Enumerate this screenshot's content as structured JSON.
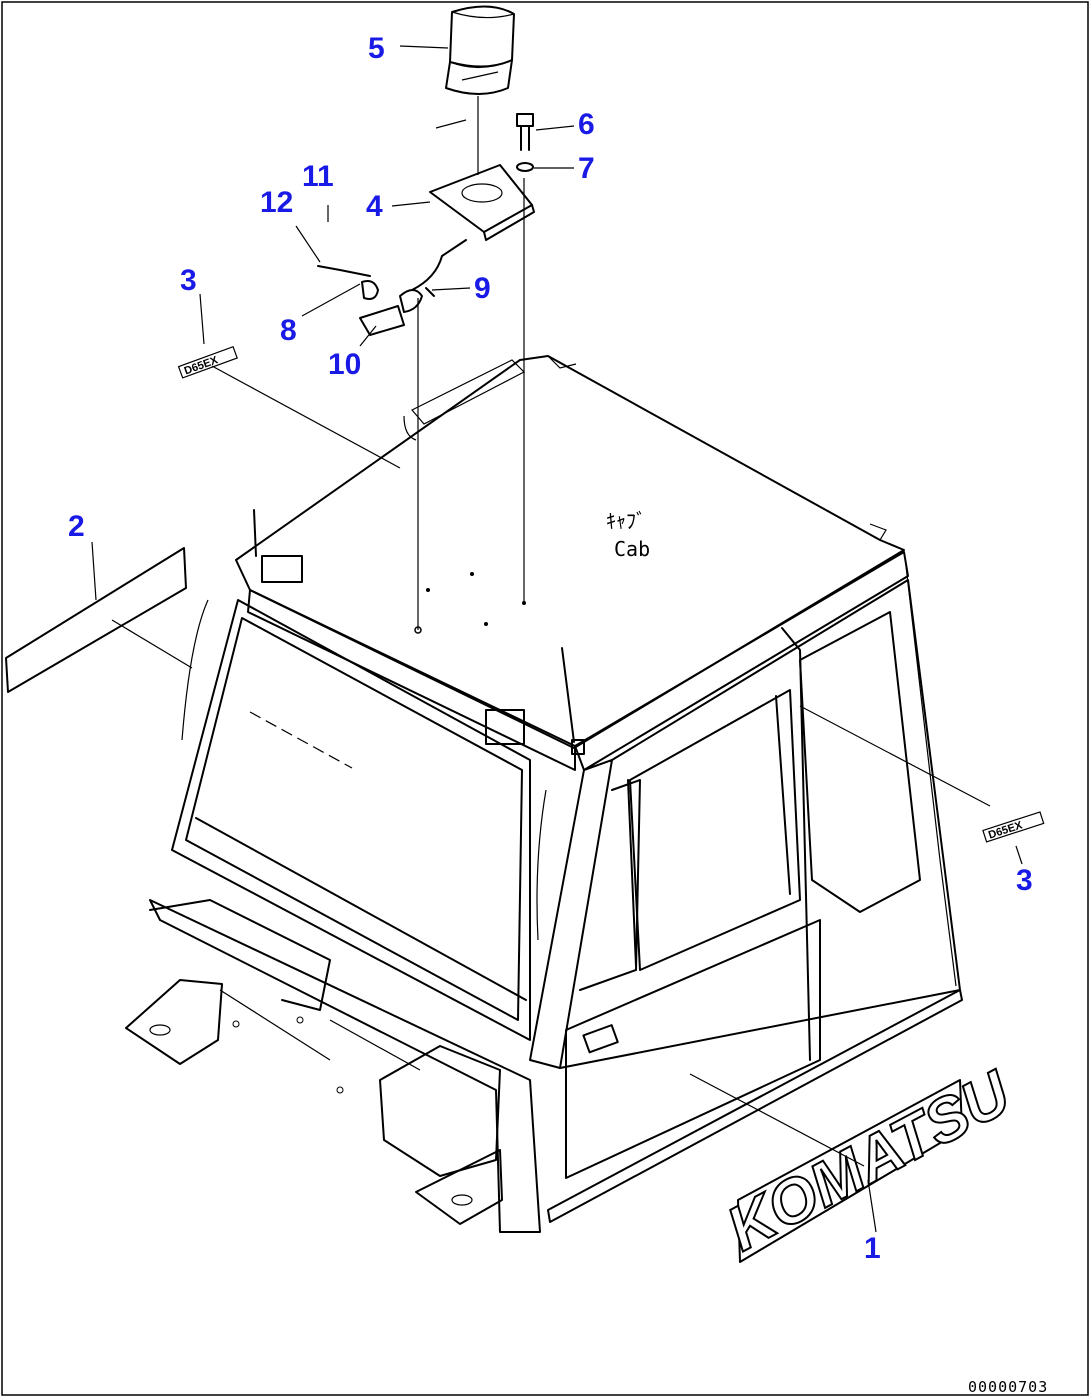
{
  "diagram": {
    "callouts": [
      "5",
      "6",
      "7",
      "4",
      "11",
      "12",
      "9",
      "3",
      "8",
      "10",
      "2",
      "3",
      "1"
    ],
    "caption_jp": "ｷｬﾌﾞ",
    "caption_en": "Cab",
    "brand_decal": "KOMATSU",
    "drawing_number": "00000703"
  }
}
